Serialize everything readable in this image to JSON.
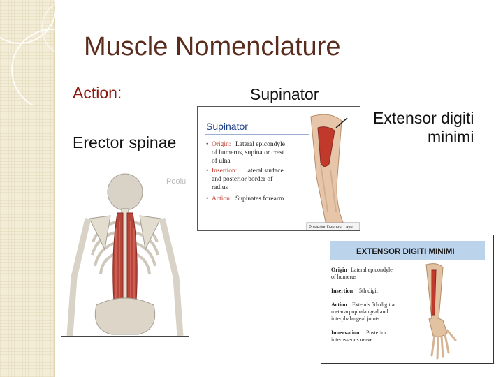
{
  "slide": {
    "title": "Muscle Nomenclature",
    "action_label": "Action:",
    "erector_label": "Erector spinae",
    "supinator_label": "Supinator",
    "extensor_label_line1": "Extensor digiti",
    "extensor_label_line2": "minimi"
  },
  "supinator_card": {
    "heading": "Supinator",
    "bullets": [
      {
        "key": "Origin:",
        "text_lines": [
          " Lateral epicondyle",
          "of humerus, supinator crest",
          "of ulna"
        ]
      },
      {
        "key": "Insertion:",
        "text_lines": " Lateral surface",
        "text_lines_rest": [
          "and posterior border of",
          "radius"
        ]
      },
      {
        "key": "Action:",
        "text_lines": [
          " Supinates forearm"
        ]
      }
    ],
    "caption": "Posterior Deepest Layer"
  },
  "supinator_text": {
    "origin_key": "Origin:",
    "origin_1": " Lateral epicondyle",
    "origin_2": "of humerus, supinator crest",
    "origin_3": "of ulna",
    "insertion_key": "Insertion:",
    "insertion_1": " Lateral surface",
    "insertion_2": "and posterior border of",
    "insertion_3": "radius",
    "action_key": "Action:",
    "action_1": " Supinates forearm",
    "caption": "Posterior Deepest Layer"
  },
  "extensor_card": {
    "heading": "EXTENSOR DIGITI MINIMI",
    "origin_key": "Origin",
    "origin_1": " Lateral epicondyle",
    "origin_2": "of humerus",
    "insertion_key": "Insertion",
    "insertion_1": " 5th digit",
    "action_key": "Action",
    "action_1": " Extends 5th digit at",
    "action_2": "metacarpophalangeal and",
    "action_3": "interphalangeal joints",
    "innervation_key": "Innervation",
    "innervation_1": " Posterior",
    "innervation_2": "interosseous nerve"
  },
  "back_image": {
    "watermark": "Poolu"
  },
  "colors": {
    "title": "#5a2c1e",
    "action_label": "#8b1a10",
    "muscle": "#b8453a",
    "card_heading_bg": "#bcd3ec",
    "supinator_heading": "#1d3f8a"
  }
}
